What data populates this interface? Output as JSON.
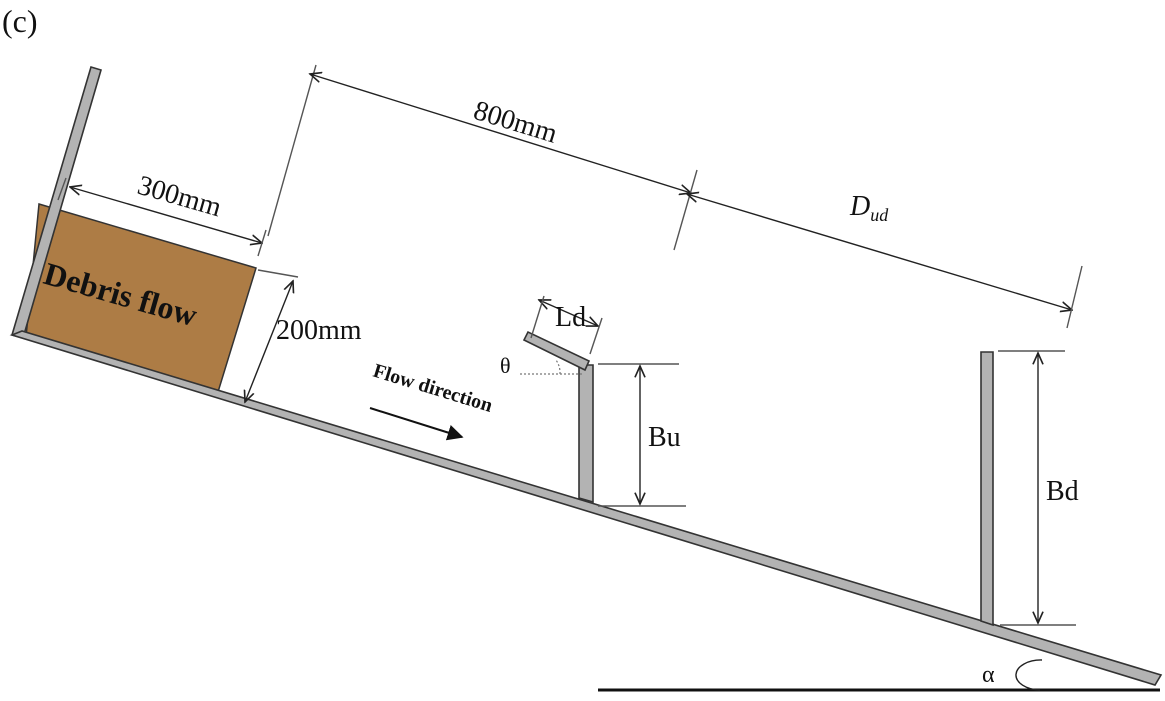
{
  "panel_label": "(c)",
  "labels": {
    "debris_flow": "Debris flow",
    "width_300": "300mm",
    "height_200": "200mm",
    "length_800": "800mm",
    "spacing_dud": "D",
    "spacing_dud_sub": "ud",
    "deflector_length": "Ld",
    "deflector_angle": "θ",
    "upstream_barrier_height": "Bu",
    "downstream_barrier_height": "Bd",
    "flow_direction": "Flow direction",
    "slope_angle": "α"
  },
  "colors": {
    "debris": "#ad7c45",
    "plate": "#b3b3b3",
    "outline": "#333333",
    "line": "#222222"
  }
}
